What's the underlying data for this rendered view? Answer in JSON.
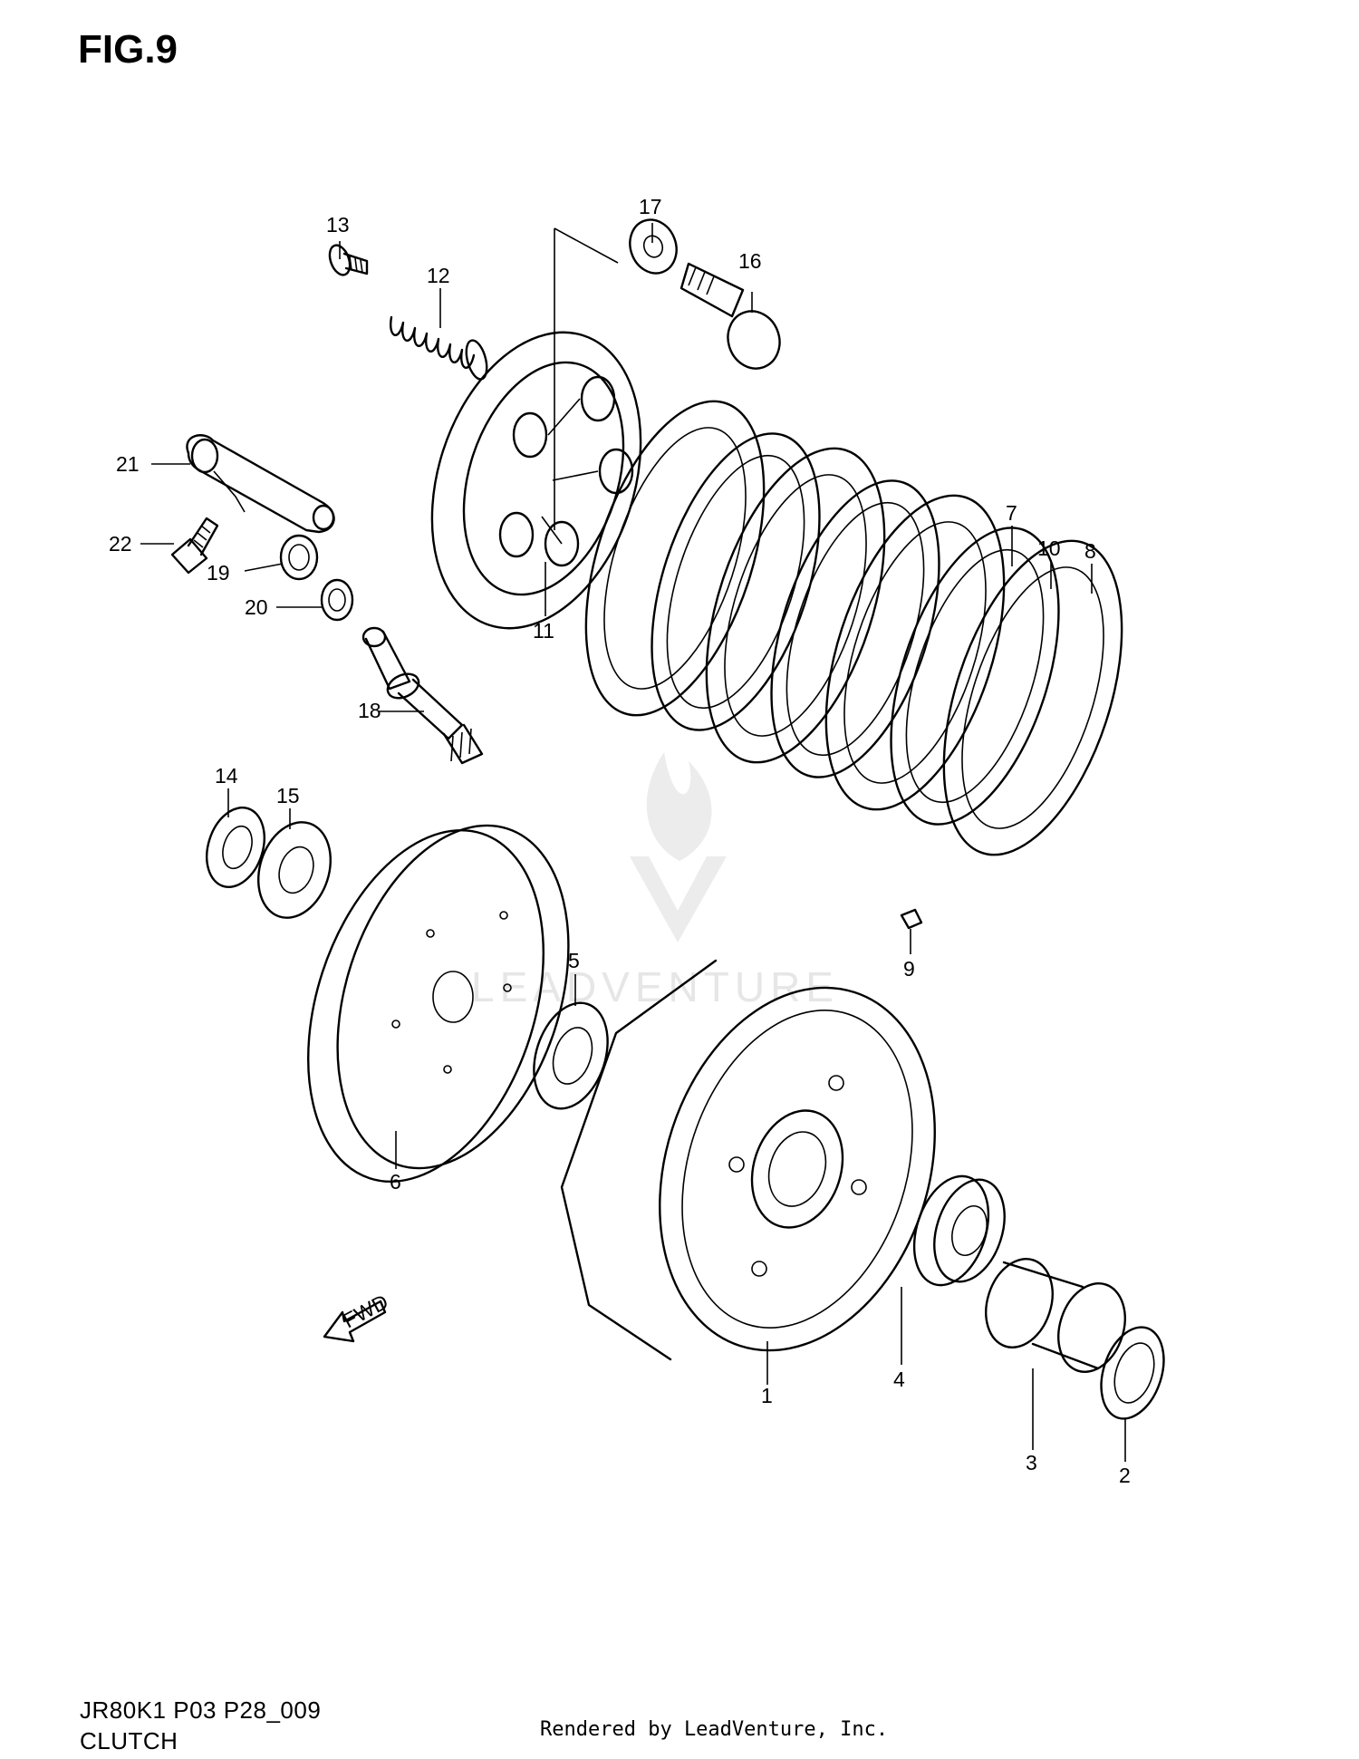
{
  "figure": {
    "title": "FIG.9",
    "model_code": "JR80K1 P03 P28_009",
    "section_name": "CLUTCH",
    "credit": "Rendered by LeadVenture, Inc.",
    "watermark": "LEADVENTURE",
    "fwd_label": "FWD"
  },
  "callouts": [
    "1",
    "2",
    "3",
    "4",
    "5",
    "6",
    "7",
    "8",
    "9",
    "10",
    "11",
    "12",
    "13",
    "14",
    "15",
    "16",
    "17",
    "18",
    "19",
    "20",
    "21",
    "22"
  ]
}
